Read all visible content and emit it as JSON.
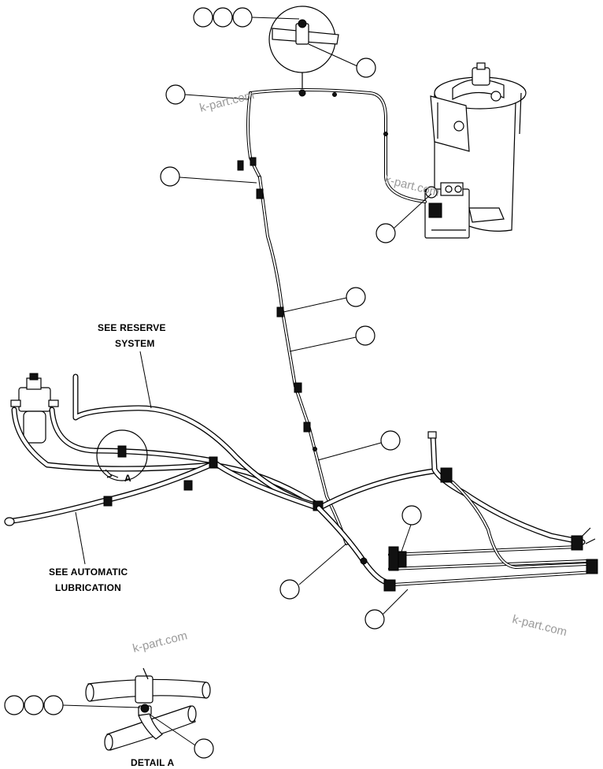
{
  "labels": {
    "reserve_line1": "SEE RESERVE",
    "reserve_line2": "SYSTEM",
    "auto_line1": "SEE AUTOMATIC",
    "auto_line2": "LUBRICATION",
    "detail_ref": "A",
    "detail_title": "DETAIL A"
  },
  "watermarks": [
    "k-part.com",
    "k-part.com",
    "k-part.com",
    "k-part.com"
  ],
  "colors": {
    "line": "#000000",
    "background": "#ffffff",
    "watermark": "#9a9a9a"
  }
}
